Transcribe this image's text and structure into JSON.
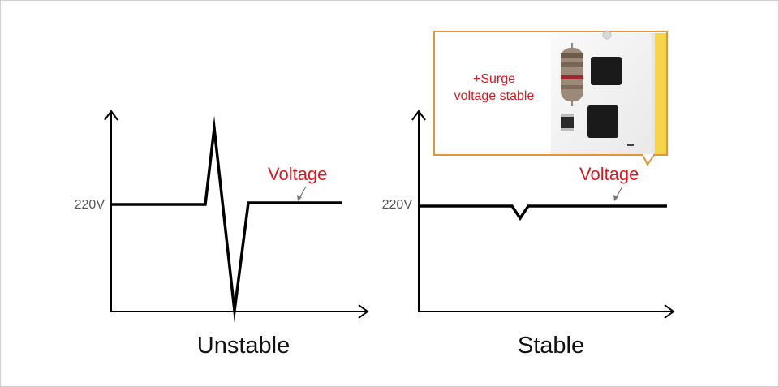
{
  "colors": {
    "line": "#000000",
    "accent_red": "#d71920",
    "callout_border": "#e0953a",
    "pointer_gray": "#777777",
    "caption": "#111111",
    "tick_label": "#555555",
    "board_stripe": "#f7d54a"
  },
  "left_panel": {
    "voltage_label": "Voltage",
    "ref_label": "220V",
    "caption": "Unstable"
  },
  "right_panel": {
    "voltage_label": "Voltage",
    "ref_label": "220V",
    "caption": "Stable",
    "callout_text_line1": "+Surge",
    "callout_text_line2": "voltage stable"
  }
}
